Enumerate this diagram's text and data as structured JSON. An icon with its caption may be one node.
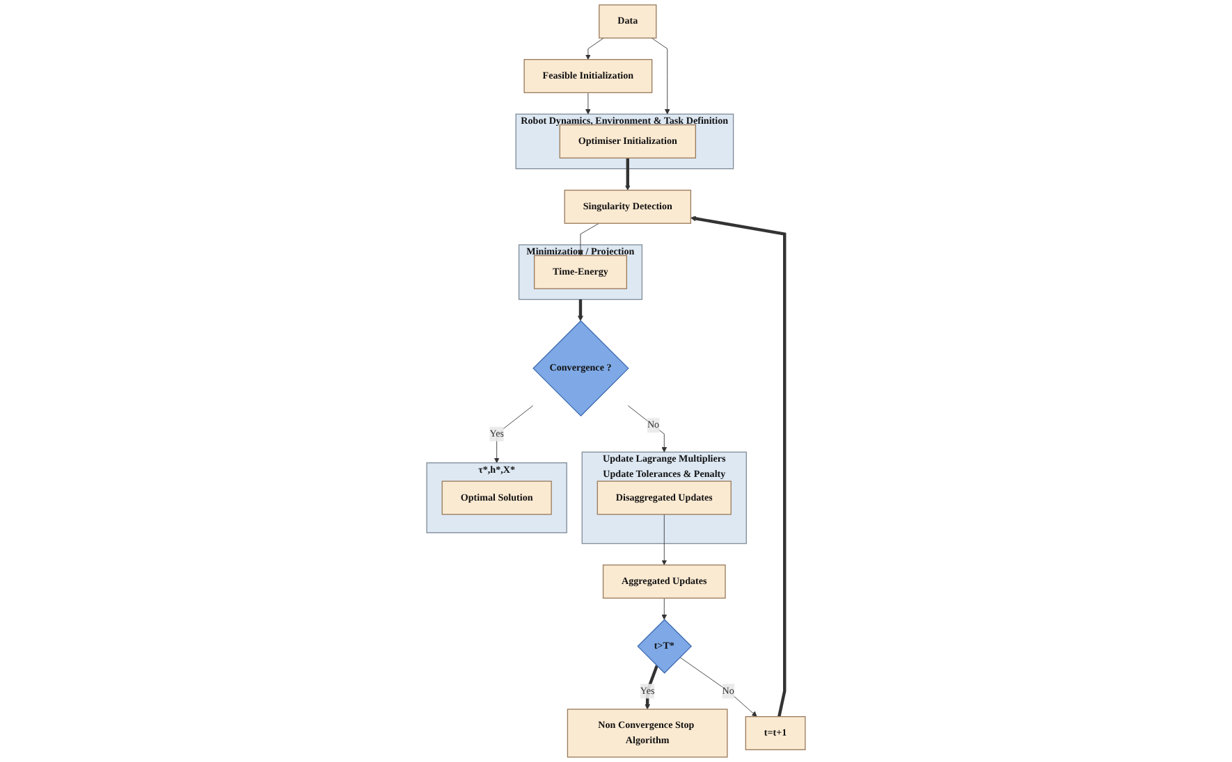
{
  "diagram": {
    "nodes": [
      {
        "text": [
          "Feasible Initialization"
        ]
      },
      {
        "text": [
          "Data"
        ]
      },
      {
        "text": [
          "Robot Dynamics, Environment & Task Definition"
        ]
      },
      {
        "text": [
          "Optimiser Initialization"
        ],
        "in": 2
      },
      {
        "text": [
          "Non Convergence Stop Algorithm"
        ]
      },
      {
        "text": [
          "t>T*"
        ]
      },
      {
        "text": [
          "t=t+1"
        ]
      },
      {
        "text": [
          "Singularity Detection"
        ]
      },
      {
        "text": [
          "Minimization / Projection"
        ]
      },
      {
        "text": [
          "Time-Energy"
        ],
        "in": 8
      },
      {
        "text": [
          "Aggregated Updates"
        ]
      },
      {
        "text": [
          "Update Lagrange Multipliers",
          "Update Tolerances & Penalty"
        ]
      },
      {
        "text": [
          "Disaggregated Updates"
        ],
        "in": 11
      },
      {
        "text": [
          "Convergence ?"
        ]
      },
      {
        "text": [
          "τ*,h*,X*"
        ]
      },
      {
        "text": [
          "Optimal Solution"
        ],
        "in": 14
      }
    ],
    "edges": [
      {
        "from": 1,
        "to": 0,
        "arrow": "to"
      },
      {
        "from": 0,
        "to": 2,
        "arrow": "to"
      },
      {
        "from": 1,
        "to": 2,
        "arrow": "to"
      },
      {
        "from": 3,
        "to": 7,
        "arrow": "to",
        "style": "thick"
      },
      {
        "from": 5,
        "to": 4,
        "arrow": "to",
        "label": "Yes",
        "style": "thick"
      },
      {
        "from": 5,
        "to": 6,
        "arrow": "to",
        "label": "No"
      },
      {
        "from": 6,
        "to": 7,
        "arrow": "to",
        "style": "thick"
      },
      {
        "from": 7,
        "to": 9,
        "arrow": "to"
      },
      {
        "from": 10,
        "to": 5,
        "arrow": "to"
      },
      {
        "from": 12,
        "to": 10,
        "arrow": "to"
      },
      {
        "from": 8,
        "to": 13,
        "arrow": "to",
        "style": "thick"
      },
      {
        "from": 13,
        "to": 11,
        "arrow": "to",
        "label": "No"
      },
      {
        "from": 13,
        "to": 14,
        "arrow": "to",
        "label": "Yes"
      }
    ]
  }
}
